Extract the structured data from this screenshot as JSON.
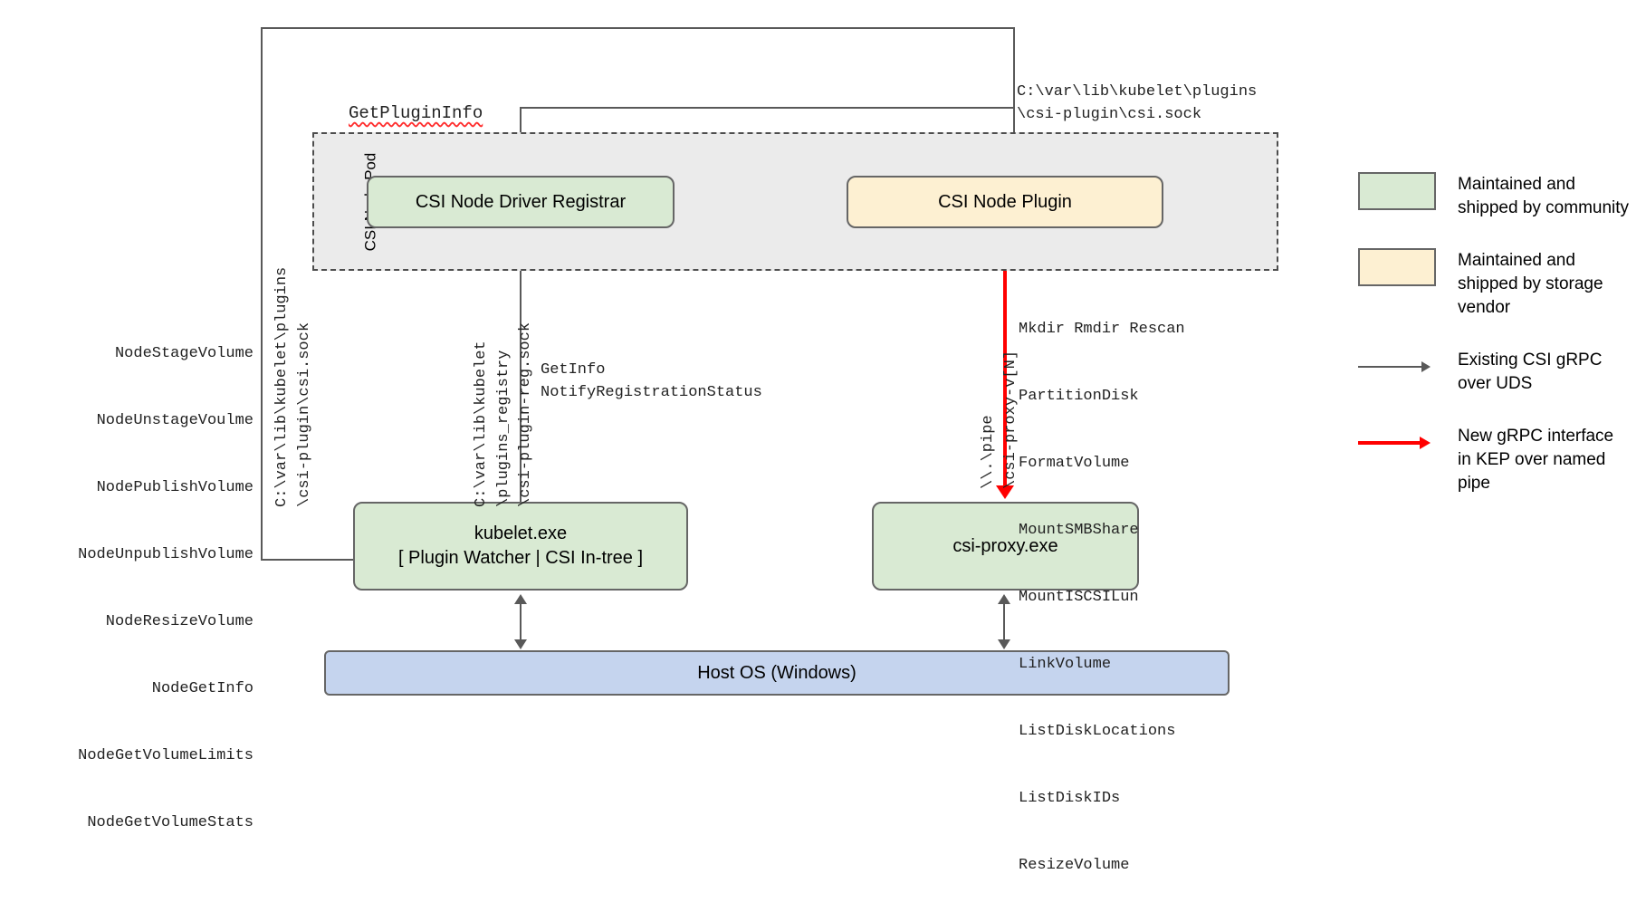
{
  "diagram": {
    "pod": {
      "label": "CSI Node Pod"
    },
    "nodes": {
      "registrar": "CSI Node Driver Registrar",
      "plugin": "CSI Node Plugin",
      "kubelet_line1": "kubelet.exe",
      "kubelet_line2": "[ Plugin Watcher | CSI In-tree ]",
      "proxy": "csi-proxy.exe",
      "hostos": "Host OS (Windows)"
    },
    "labels": {
      "get_plugin_info": "GetPluginInfo",
      "plugin_socket_path": "C:\\var\\lib\\kubelet\\plugins\n\\csi-plugin\\csi.sock",
      "kubelet_csi_path": "C:\\var\\lib\\kubelet\\plugins\n\\csi-plugin\\csi.sock",
      "registry_path": "C:\\var\\lib\\kubelet\n\\plugins_registry\n\\csi-plugin-reg.sock",
      "named_pipe": "\\\\.\\pipe\n\\csi-proxy-v[N]",
      "registrar_calls": "GetInfo\nNotifyRegistrationStatus"
    },
    "node_service_calls": [
      "NodeStageVolume",
      "NodeUnstageVoulme",
      "NodePublishVolume",
      "NodeUnpublishVolume",
      "NodeResizeVolume",
      "NodeGetInfo",
      "NodeGetVolumeLimits",
      "NodeGetVolumeStats"
    ],
    "proxy_api_calls": [
      "Mkdir Rmdir Rescan",
      "PartitionDisk",
      "FormatVolume",
      "MountSMBShare",
      "MountISCSILun",
      "LinkVolume",
      "ListDiskLocations",
      "ListDiskIDs",
      "ResizeVolume"
    ],
    "legend": [
      {
        "kind": "swatch-green",
        "text": "Maintained and shipped by community"
      },
      {
        "kind": "swatch-yellow",
        "text": "Maintained and shipped by storage vendor"
      },
      {
        "kind": "arrow-gray",
        "text": "Existing CSI gRPC over UDS"
      },
      {
        "kind": "arrow-red",
        "text": "New gRPC interface in KEP over named pipe"
      }
    ],
    "colors": {
      "community_green": "#d9ead3",
      "vendor_yellow": "#fdf0d2",
      "host_os_blue": "#c5d4ee",
      "pod_background": "#ebebeb",
      "line_gray": "#595959",
      "line_red": "#ff0000"
    }
  }
}
